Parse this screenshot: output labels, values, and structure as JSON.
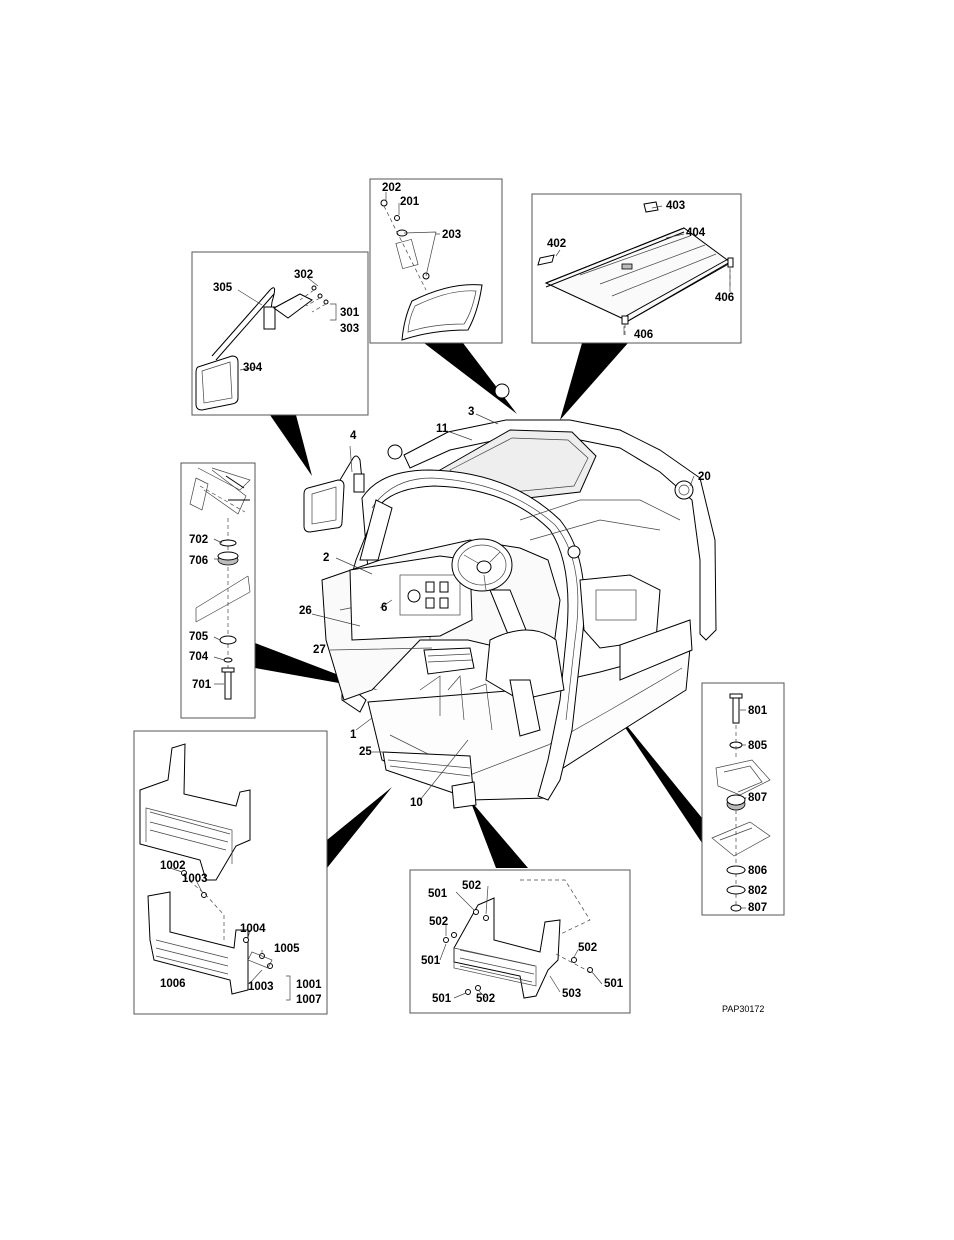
{
  "diagram": {
    "drawing_code": "PAP30172",
    "labels": {
      "l202": "202",
      "l201": "201",
      "l203": "203",
      "l403": "403",
      "l402": "402",
      "l404": "404",
      "l406a": "406",
      "l406b": "406",
      "l302": "302",
      "l305": "305",
      "l301": "301",
      "l303": "303",
      "l304": "304",
      "l3": "3",
      "l11": "11",
      "l4": "4",
      "l20": "20",
      "l2": "2",
      "l6": "6",
      "l26": "26",
      "l27": "27",
      "l1": "1",
      "l25": "25",
      "l10": "10",
      "l702": "702",
      "l706": "706",
      "l705": "705",
      "l704": "704",
      "l701": "701",
      "l801": "801",
      "l805": "805",
      "l807a": "807",
      "l806": "806",
      "l802": "802",
      "l807b": "807",
      "l1002": "1002",
      "l1003a": "1003",
      "l1004": "1004",
      "l1005": "1005",
      "l1006": "1006",
      "l1003b": "1003",
      "l1001": "1001",
      "l1007": "1007",
      "l501a": "501",
      "l502a": "502",
      "l502b": "502",
      "l501b": "501",
      "l502c": "502",
      "l501c": "501",
      "l501d": "501",
      "l502d": "502",
      "l503": "503"
    }
  }
}
